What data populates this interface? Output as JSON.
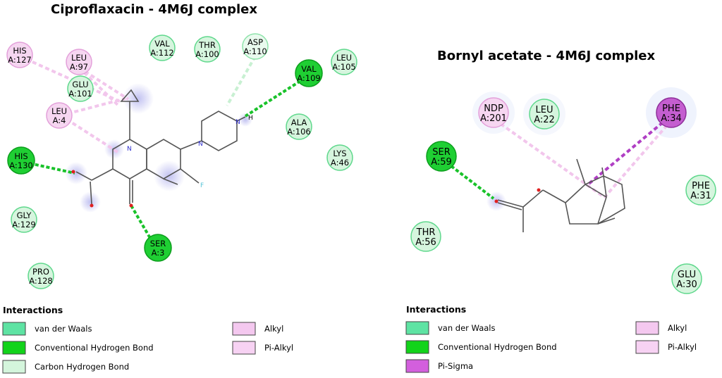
{
  "colors": {
    "van_der_waals_fill": "#d6f5de",
    "van_der_waals_stroke": "#5fd88c",
    "hbond_fill": "#1fcf33",
    "hbond_stroke": "#0b9e1c",
    "carbon_hbond": "#c8f0d2",
    "alkyl_fill": "#f6d6f1",
    "alkyl_stroke": "#e3a0da",
    "pisigma_fill": "#c45ed0",
    "pisigma_stroke": "#8e2f9a",
    "legend_vdw": "#5ee3a3",
    "legend_hbond": "#12d31a",
    "legend_chb": "#d4f5dc",
    "legend_alkyl": "#f4c8ef",
    "legend_pialkyl": "#f7d2f3",
    "legend_pisigma": "#d35fdd"
  },
  "panels": [
    {
      "title": "Ciproflaxacin - 4M6J complex",
      "residues": [
        {
          "name": "HIS",
          "id": "A:127",
          "kind": "alkyl"
        },
        {
          "name": "LEU",
          "id": "A:97",
          "kind": "alkyl"
        },
        {
          "name": "GLU",
          "id": "A:101",
          "kind": "vdw"
        },
        {
          "name": "LEU",
          "id": "A:4",
          "kind": "alkyl"
        },
        {
          "name": "VAL",
          "id": "A:112",
          "kind": "vdw"
        },
        {
          "name": "THR",
          "id": "A:100",
          "kind": "vdw"
        },
        {
          "name": "ASP",
          "id": "A:110",
          "kind": "vdw"
        },
        {
          "name": "VAL",
          "id": "A:109",
          "kind": "hbond"
        },
        {
          "name": "LEU",
          "id": "A:105",
          "kind": "vdw"
        },
        {
          "name": "ALA",
          "id": "A:106",
          "kind": "vdw"
        },
        {
          "name": "LYS",
          "id": "A:46",
          "kind": "vdw"
        },
        {
          "name": "HIS",
          "id": "A:130",
          "kind": "hbond"
        },
        {
          "name": "GLY",
          "id": "A:129",
          "kind": "vdw"
        },
        {
          "name": "SER",
          "id": "A:3",
          "kind": "hbond"
        },
        {
          "name": "PRO",
          "id": "A:128",
          "kind": "vdw"
        }
      ],
      "atoms": {
        "n": "N",
        "h": "H",
        "f": "F"
      },
      "legend": {
        "title": "Interactions",
        "items": [
          {
            "label": "van der Waals",
            "color_key": "legend_vdw"
          },
          {
            "label": "Conventional Hydrogen Bond",
            "color_key": "legend_hbond"
          },
          {
            "label": "Carbon Hydrogen Bond",
            "color_key": "legend_chb"
          },
          {
            "label": "Alkyl",
            "color_key": "legend_alkyl"
          },
          {
            "label": "Pi-Alkyl",
            "color_key": "legend_pialkyl"
          }
        ]
      }
    },
    {
      "title": "Bornyl acetate - 4M6J complex",
      "residues": [
        {
          "name": "NDP",
          "id": "A:201",
          "kind": "alkyl"
        },
        {
          "name": "LEU",
          "id": "A:22",
          "kind": "vdw"
        },
        {
          "name": "PHE",
          "id": "A:34",
          "kind": "pisigma"
        },
        {
          "name": "SER",
          "id": "A:59",
          "kind": "hbond"
        },
        {
          "name": "PHE",
          "id": "A:31",
          "kind": "vdw"
        },
        {
          "name": "THR",
          "id": "A:56",
          "kind": "vdw"
        },
        {
          "name": "GLU",
          "id": "A:30",
          "kind": "vdw"
        }
      ],
      "legend": {
        "title": "Interactions",
        "items": [
          {
            "label": "van der Waals",
            "color_key": "legend_vdw"
          },
          {
            "label": "Conventional Hydrogen Bond",
            "color_key": "legend_hbond"
          },
          {
            "label": "Pi-Sigma",
            "color_key": "legend_pisigma"
          },
          {
            "label": "Alkyl",
            "color_key": "legend_alkyl"
          },
          {
            "label": "Pi-Alkyl",
            "color_key": "legend_pialkyl"
          }
        ]
      }
    }
  ]
}
